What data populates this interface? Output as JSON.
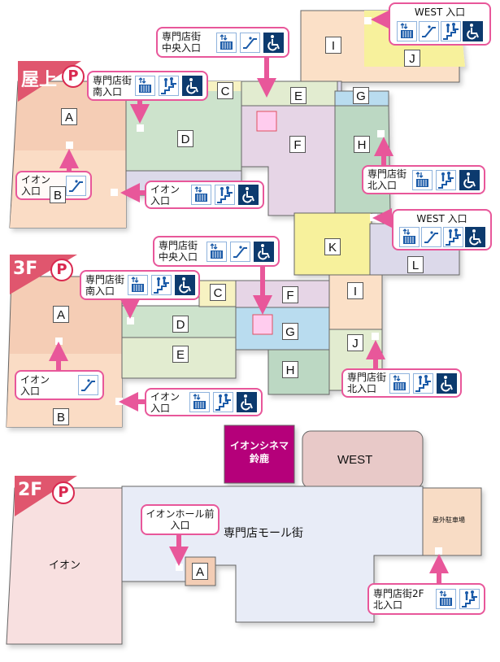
{
  "colors": {
    "accent": "#e8579a",
    "banner": "#e0566e",
    "icon_blue": "#1a5aa8",
    "icon_navy": "#0c3a6e",
    "cinema": "#b5007a"
  },
  "rooftop": {
    "title": "屋上",
    "parking": "P",
    "stores": [
      "A",
      "B",
      "C",
      "D",
      "E",
      "F",
      "G",
      "H",
      "I",
      "J"
    ],
    "entrances": {
      "center": {
        "line1": "専門店街",
        "line2": "中央入口",
        "icons": [
          "elevator-icon",
          "escalator-icon",
          "wheelchair-icon"
        ]
      },
      "south": {
        "line1": "専門店街",
        "line2": "南入口",
        "icons": [
          "elevator-icon",
          "stairs-icon",
          "wheelchair-icon"
        ]
      },
      "west": {
        "line1": "WEST 入口",
        "icons": [
          "elevator-icon",
          "escalator-icon",
          "stairs-icon",
          "wheelchair-icon"
        ]
      },
      "north": {
        "line1": "専門店街",
        "line2": "北入口",
        "icons": [
          "elevator-icon",
          "stairs-icon",
          "wheelchair-icon"
        ]
      },
      "aeon_left": {
        "line1": "イオン",
        "line2": "入口",
        "icons": [
          "escalator-icon"
        ]
      },
      "aeon_right": {
        "line1": "イオン",
        "line2": "入口",
        "icons": [
          "elevator-icon",
          "stairs-icon",
          "wheelchair-icon"
        ]
      }
    }
  },
  "floor3": {
    "title": "3F",
    "parking": "P",
    "stores": [
      "A",
      "B",
      "C",
      "D",
      "E",
      "F",
      "G",
      "H",
      "I",
      "J",
      "K",
      "L"
    ],
    "entrances": {
      "center": {
        "line1": "専門店街",
        "line2": "中央入口",
        "icons": [
          "elevator-icon",
          "escalator-icon",
          "wheelchair-icon"
        ]
      },
      "south": {
        "line1": "専門店街",
        "line2": "南入口",
        "icons": [
          "elevator-icon",
          "stairs-icon",
          "wheelchair-icon"
        ]
      },
      "west": {
        "line1": "WEST 入口",
        "icons": [
          "elevator-icon",
          "escalator-icon",
          "stairs-icon",
          "wheelchair-icon"
        ]
      },
      "north": {
        "line1": "専門店街",
        "line2": "北入口",
        "icons": [
          "elevator-icon",
          "stairs-icon",
          "wheelchair-icon"
        ]
      },
      "aeon_left": {
        "line1": "イオン",
        "line2": "入口",
        "icons": [
          "escalator-icon"
        ]
      },
      "aeon_right": {
        "line1": "イオン",
        "line2": "入口",
        "icons": [
          "elevator-icon",
          "stairs-icon",
          "wheelchair-icon"
        ]
      }
    }
  },
  "floor2": {
    "title": "2F",
    "parking": "P",
    "areas": {
      "aeon": "イオン",
      "mall": "専門店モール街",
      "cinema_line1": "イオンシネマ",
      "cinema_line2": "鈴鹿",
      "west": "WEST",
      "outdoor_parking": "屋外駐車場"
    },
    "stores": [
      "A"
    ],
    "entrances": {
      "hall": {
        "line1": "イオンホール前",
        "line2": "入口"
      },
      "north": {
        "line1": "専門店街2F",
        "line2": "北入口",
        "icons": [
          "elevator-icon",
          "stairs-icon"
        ]
      }
    }
  }
}
